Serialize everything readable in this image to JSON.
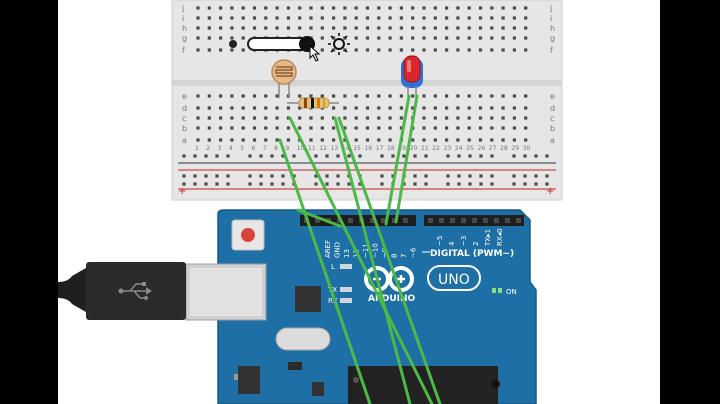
{
  "breadboard": {
    "row_letters_top": [
      "f",
      "g",
      "h",
      "i",
      "j"
    ],
    "row_letters_bottom": [
      "a",
      "b",
      "c",
      "d",
      "e"
    ],
    "column_numbers": [
      "1",
      "2",
      "3",
      "4",
      "5",
      "6",
      "7",
      "8",
      "9",
      "10",
      "11",
      "12",
      "13",
      "14",
      "15",
      "16",
      "17",
      "18",
      "19",
      "20",
      "21",
      "22",
      "23",
      "24",
      "25",
      "26",
      "27",
      "28",
      "29",
      "30"
    ],
    "rail_plus": "+",
    "rail_minus": "−"
  },
  "arduino": {
    "logo_text": "ARDUINO",
    "model_text": "UNO",
    "digital_label": "DIGITAL (PWM~)",
    "on_label": "ON",
    "led_l": "L",
    "led_tx": "TX",
    "led_rx": "RX",
    "header_pins": [
      "AREF",
      "GND",
      "13",
      "12",
      "~11",
      "~10",
      "~9",
      "8",
      "7",
      "~6",
      "~5",
      "4",
      "~3",
      "2",
      "TX▸1",
      "RX◂0"
    ]
  },
  "colors": {
    "board_blue": "#1d6fa5",
    "wire_green": "#4cb848",
    "breadboard": "#e6e6e6",
    "led_red": "#d8282b"
  },
  "icons": {
    "light_slider": "sun-icon",
    "usb": "usb-icon"
  }
}
